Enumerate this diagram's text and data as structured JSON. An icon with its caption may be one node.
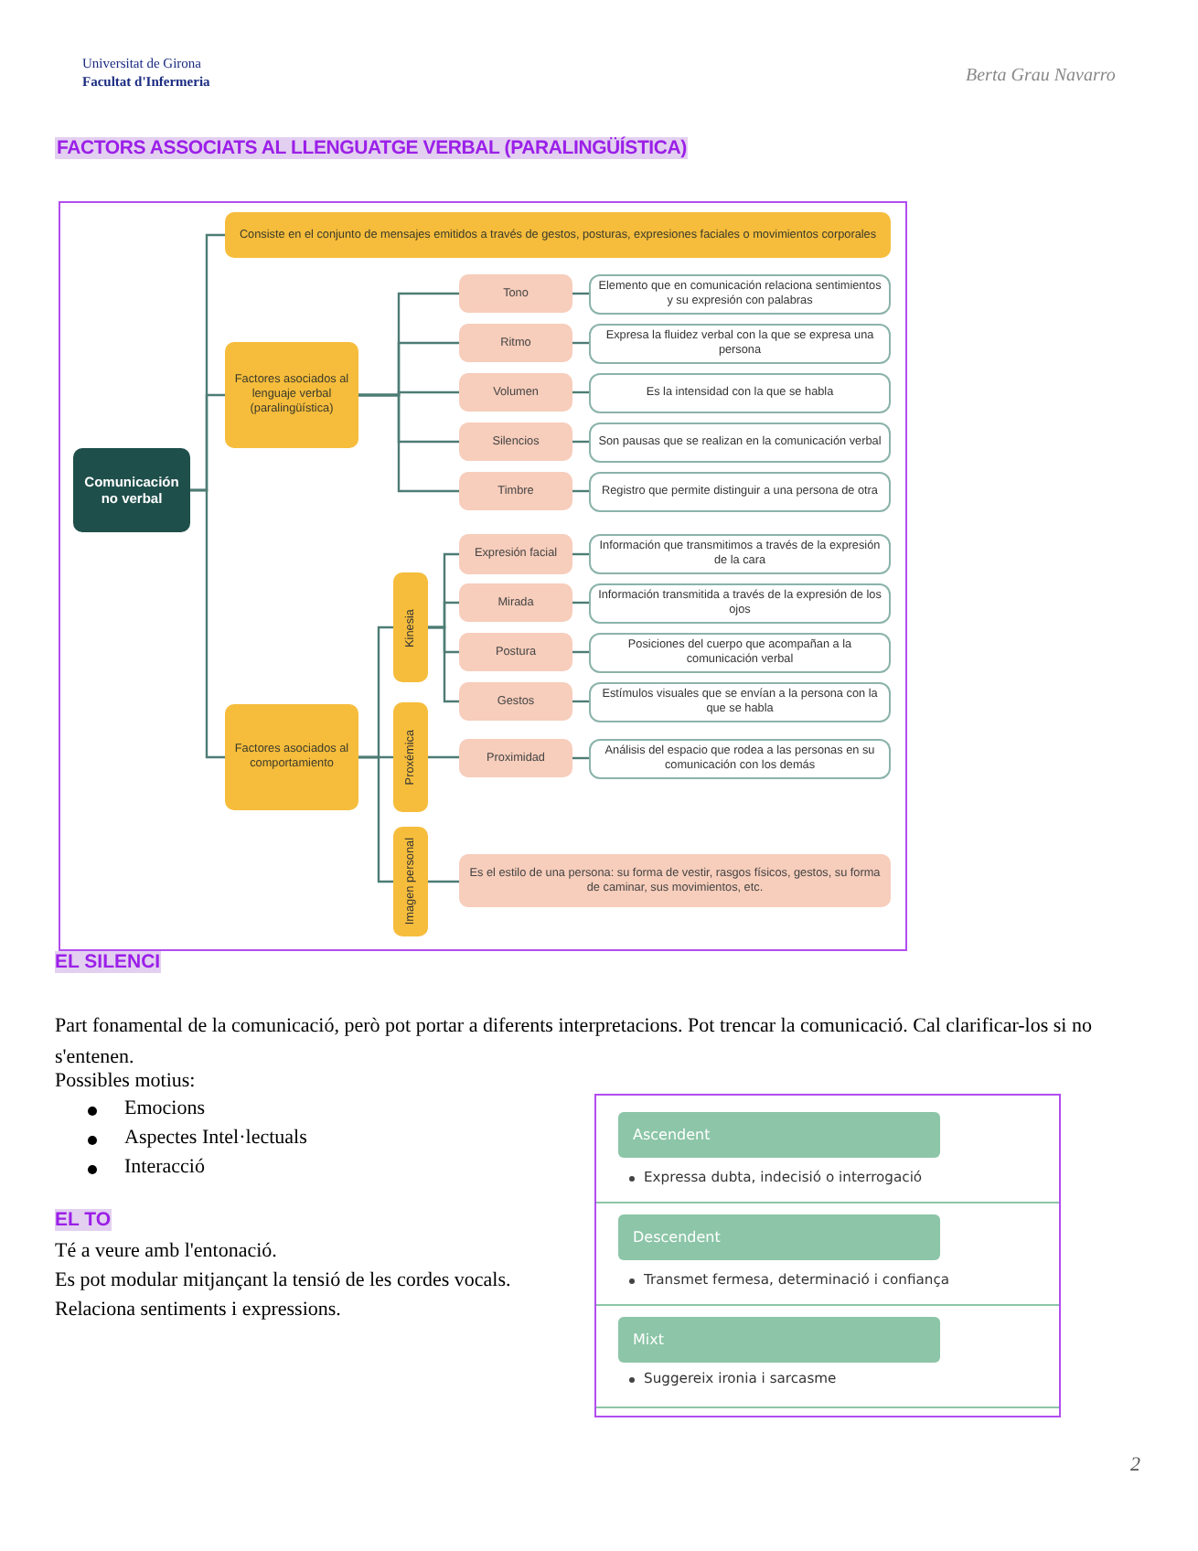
{
  "diagram": {
    "title": "FACTORS ASSOCIATS AL LLENGUATGE VERBAL (PARALINGÜÍSTICA)",
    "nodes": [
      {
        "text": [
          "Comunicación no verbal"
        ]
      },
      {
        "text": [
          "Consiste en el conjunto de mensajes emitidos a través de gestos, posturas, expresiones faciales o movimientos corporales"
        ]
      },
      {
        "text": [
          "Factores asociados al lenguaje verbal (paralingüística)"
        ]
      },
      {
        "text": [
          "Tono"
        ]
      },
      {
        "text": [
          "Elemento que en comunicación relaciona sentimientos y su expresión con palabras"
        ]
      },
      {
        "text": [
          "Ritmo"
        ]
      },
      {
        "text": [
          "Expresa la fluidez verbal con la que se expresa una persona"
        ]
      },
      {
        "text": [
          "Volumen"
        ]
      },
      {
        "text": [
          "Es la intensidad con la que se habla"
        ]
      },
      {
        "text": [
          "Silencios"
        ]
      },
      {
        "text": [
          "Son pausas que se realizan en la comunicación verbal"
        ]
      },
      {
        "text": [
          "Timbre"
        ]
      },
      {
        "text": [
          "Registro que permite distinguir a una persona de otra"
        ]
      },
      {
        "text": [
          "Factores asociados al comportamiento"
        ]
      },
      {
        "text": [
          "Kinesia"
        ]
      },
      {
        "text": [
          "Expresión facial"
        ]
      },
      {
        "text": [
          "Información que transmitimos a través de la expresión de la cara"
        ]
      },
      {
        "text": [
          "Mirada"
        ]
      },
      {
        "text": [
          "Información transmitida a través de la expresión de los ojos"
        ]
      },
      {
        "text": [
          "Postura"
        ]
      },
      {
        "text": [
          "Posiciones del cuerpo que acompañan a la comunicación verbal"
        ]
      },
      {
        "text": [
          "Gestos"
        ]
      },
      {
        "text": [
          "Estímulos visuales que se envían a la persona con la que se habla"
        ]
      },
      {
        "text": [
          "Proxémica"
        ]
      },
      {
        "text": [
          "Proximidad"
        ]
      },
      {
        "text": [
          "Análisis del espacio que rodea a las personas en su comunicación con los demás"
        ]
      },
      {
        "text": [
          "Imagen personal"
        ]
      },
      {
        "text": [
          "Es el estilo de una persona: su forma de vestir, rasgos físicos, gestos, su forma de caminar, sus movimientos, etc."
        ]
      },
      {
        "text": [
          "Ascendent"
        ]
      },
      {
        "text": [
          "Descendent"
        ]
      },
      {
        "text": [
          "Mixt"
        ]
      }
    ],
    "edges": [
      {
        "from": 0,
        "to": 1,
        "arrow": "none"
      },
      {
        "from": 0,
        "to": 2,
        "arrow": "none"
      },
      {
        "from": 0,
        "to": 13,
        "arrow": "none"
      },
      {
        "from": 2,
        "to": 3,
        "arrow": "none"
      },
      {
        "from": 2,
        "to": 5,
        "arrow": "none"
      },
      {
        "from": 2,
        "to": 7,
        "arrow": "none"
      },
      {
        "from": 2,
        "to": 9,
        "arrow": "none"
      },
      {
        "from": 2,
        "to": 11,
        "arrow": "none"
      },
      {
        "from": 3,
        "to": 4,
        "arrow": "none"
      },
      {
        "from": 5,
        "to": 6,
        "arrow": "none"
      },
      {
        "from": 7,
        "to": 8,
        "arrow": "none"
      },
      {
        "from": 9,
        "to": 10,
        "arrow": "none"
      },
      {
        "from": 11,
        "to": 12,
        "arrow": "none"
      },
      {
        "from": 13,
        "to": 14,
        "arrow": "none"
      },
      {
        "from": 13,
        "to": 23,
        "arrow": "none"
      },
      {
        "from": 13,
        "to": 26,
        "arrow": "none"
      },
      {
        "from": 14,
        "to": 15,
        "arrow": "none"
      },
      {
        "from": 14,
        "to": 17,
        "arrow": "none"
      },
      {
        "from": 14,
        "to": 19,
        "arrow": "none"
      },
      {
        "from": 14,
        "to": 21,
        "arrow": "none"
      },
      {
        "from": 15,
        "to": 16,
        "arrow": "none"
      },
      {
        "from": 17,
        "to": 18,
        "arrow": "none"
      },
      {
        "from": 19,
        "to": 20,
        "arrow": "none"
      },
      {
        "from": 21,
        "to": 22,
        "arrow": "none"
      },
      {
        "from": 23,
        "to": 24,
        "arrow": "none"
      },
      {
        "from": 24,
        "to": 25,
        "arrow": "none"
      },
      {
        "from": 26,
        "to": 27,
        "arrow": "none"
      }
    ],
    "labels": [
      "Universitat de Girona",
      "Facultat d'Infermeria",
      "Berta Grau Navarro",
      "EL SILENCI",
      "Part fonamental de la comunicació, però pot portar a diferents interpretacions. Pot trencar la comunicació. Cal clarificar-los si no s'entenen.",
      "Possibles motius:",
      "Emocions",
      "Aspectes Intel·lectuals",
      "Interacció",
      "EL TO",
      "Té a veure amb l'entonació.",
      "Es pot modular mitjançant la tensió de les cordes vocals.",
      "Relaciona sentiments i expressions.",
      "Expressa dubta, indecisió o interrogació",
      "Transmet fermesa, determinació i confiança",
      "Suggereix ironia i sarcasme",
      "2"
    ]
  }
}
